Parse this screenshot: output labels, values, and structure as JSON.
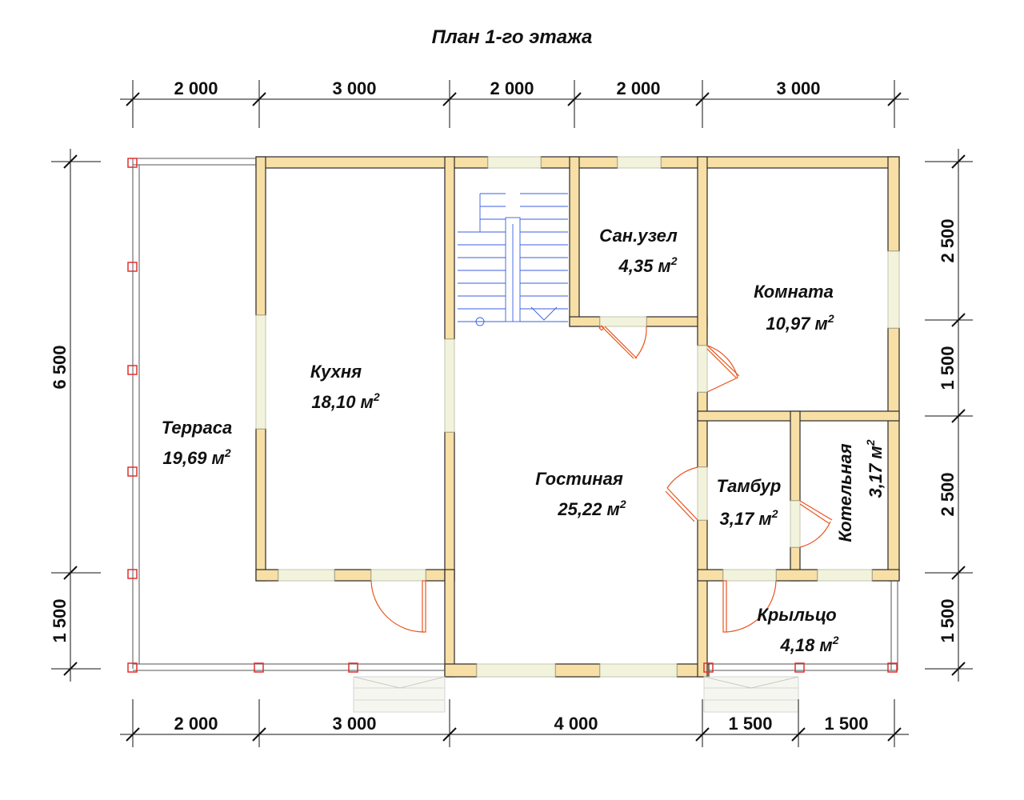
{
  "title": "План 1-го этажа",
  "colors": {
    "wall_fill": "#f7dfa6",
    "wall_stroke": "#2a2a2a",
    "opening": "#f2f3dc",
    "door_swing": "#e8551e",
    "stairs": "#3a5fe0",
    "post": "#e03030",
    "dim_line": "#111111",
    "text": "#111111"
  },
  "dimensions": {
    "top": [
      "2 000",
      "3 000",
      "2 000",
      "2 000",
      "3 000"
    ],
    "bottom": [
      "2 000",
      "3 000",
      "4 000",
      "1 500",
      "1 500"
    ],
    "left": [
      "6 500",
      "1 500"
    ],
    "right": [
      "2 500",
      "1 500",
      "2 500",
      "1 500"
    ]
  },
  "rooms": {
    "terrace": {
      "name": "Терраса",
      "area": "19,69 м",
      "sup": "2"
    },
    "kitchen": {
      "name": "Кухня",
      "area": "18,10 м",
      "sup": "2"
    },
    "bathroom": {
      "name": "Сан.узел",
      "area": "4,35 м",
      "sup": "2"
    },
    "room": {
      "name": "Комната",
      "area": "10,97 м",
      "sup": "2"
    },
    "living": {
      "name": "Гостиная",
      "area": "25,22 м",
      "sup": "2"
    },
    "vestibule": {
      "name": "Тамбур",
      "area": "3,17 м",
      "sup": "2"
    },
    "boiler": {
      "name": "Котельная",
      "area": "3,17 м",
      "sup": "2"
    },
    "porch": {
      "name": "Крыльцо",
      "area": "4,18 м",
      "sup": "2"
    }
  }
}
